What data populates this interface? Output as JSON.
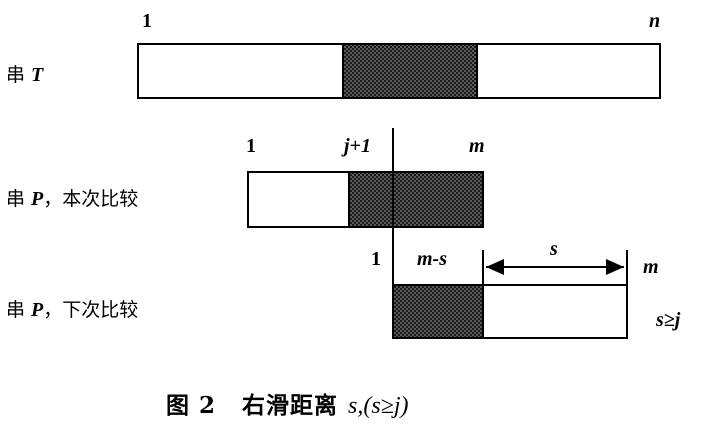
{
  "row_T": {
    "label_prefix": "串",
    "label_var": "T",
    "label_suffix": "",
    "start_marker": "1",
    "end_marker": "n"
  },
  "row_P_current": {
    "label_prefix": "串",
    "label_var": "P",
    "label_suffix": "，本次比较",
    "start_marker": "1",
    "split_marker": "j+1",
    "end_marker": "m"
  },
  "row_P_next": {
    "label_prefix": "串",
    "label_var": "P",
    "label_suffix": "，下次比较",
    "start_marker": "1",
    "split_marker": "m-s",
    "shift_marker": "s",
    "end_marker": "m",
    "condition": "s≥j"
  },
  "caption": {
    "figure": "图 2",
    "title": "右滑距离",
    "formula": "s,(s≥j)"
  },
  "colors": {
    "stroke": "#000000",
    "shaded_fill": "#3a3a3a",
    "background": "#ffffff"
  }
}
